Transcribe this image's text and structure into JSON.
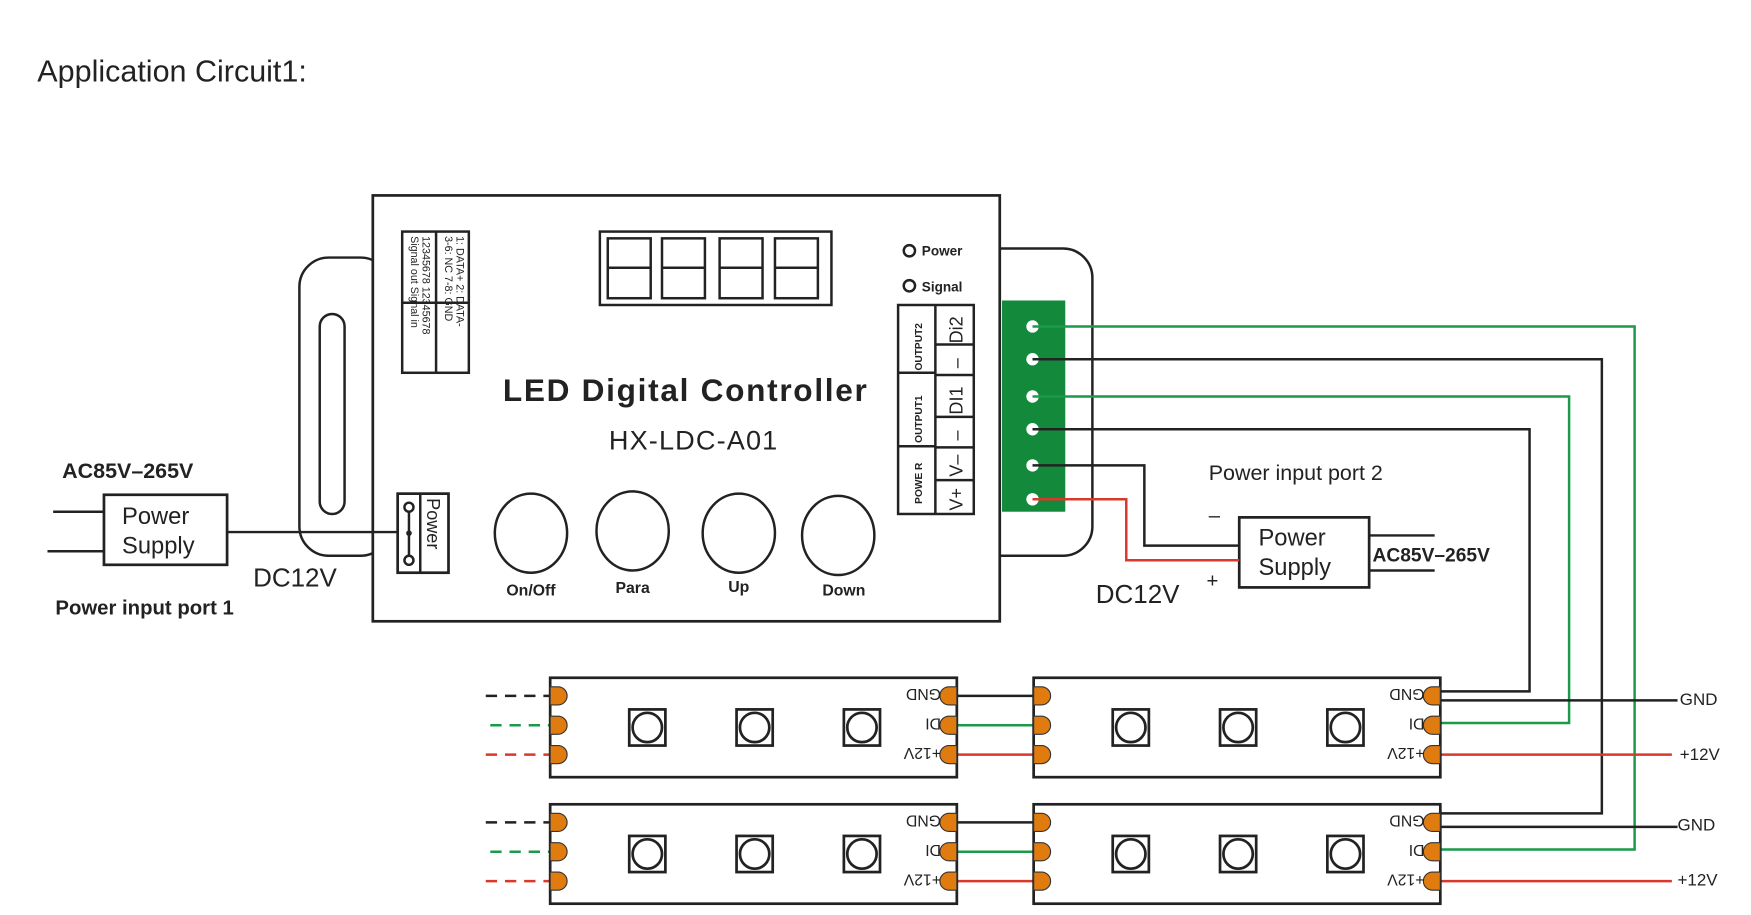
{
  "title": "Application Circuit1:",
  "controller": {
    "name": "LED Digital Controller",
    "model": "HX-LDC-A01",
    "pin_label": {
      "line1": "1: DATA+   2: DATA-",
      "line2": "3-6: NC   7-8: GND",
      "line3": "12345678   12345678",
      "line4": "Signal out   Signal in"
    },
    "indicators": [
      "Power",
      "Signal"
    ],
    "buttons": [
      "On/Off",
      "Para",
      "Up",
      "Down"
    ],
    "power_jack_label": "Power",
    "terminal_groups": [
      "OUTPUT2",
      "OUTPUT1",
      "POWE R"
    ],
    "terminal_pins": [
      "Di2",
      "–",
      "DI1",
      "–",
      "V–",
      "V+"
    ]
  },
  "power_supply_1": {
    "label_line1": "Power",
    "label_line2": "Supply",
    "ac_input": "AC85V–265V",
    "dc_output": "DC12V",
    "caption": "Power input port 1"
  },
  "power_supply_2": {
    "label_line1": "Power",
    "label_line2": "Supply",
    "ac_input": "AC85V–265V",
    "dc_output": "DC12V",
    "minus": "–",
    "plus": "+",
    "caption": "Power input port 2"
  },
  "strip_pads": [
    "GND",
    "DI",
    "+12V"
  ],
  "outputs": [
    {
      "gnd": "GND",
      "v": "+12V"
    },
    {
      "gnd": "GND",
      "v": "+12V"
    }
  ],
  "colors": {
    "data_wire": "#1a9a4a",
    "power_wire": "#d8392b",
    "ground_wire": "#222222",
    "terminal_block": "#13893c",
    "pad": "#e07b10"
  }
}
